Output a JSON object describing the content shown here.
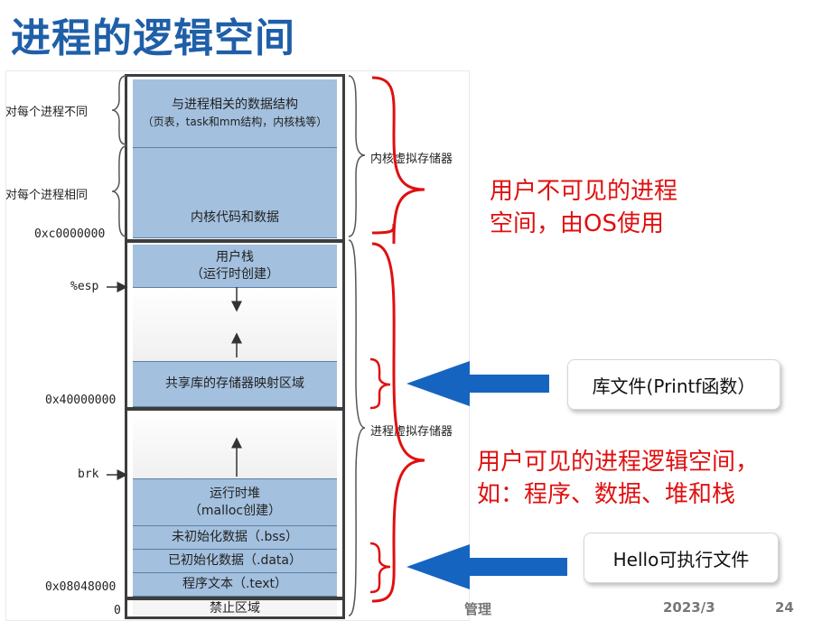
{
  "slide": {
    "title": "进程的逻辑空间",
    "footer_left": "管理",
    "footer_date": "2023/3",
    "page_number": "24"
  },
  "figure": {
    "segments": {
      "kernel_struct": "与进程相关的数据结构",
      "kernel_struct_sub": "（页表，task和mm结构，内核栈等）",
      "kernel_code": "内核代码和数据",
      "user_stack": "用户栈",
      "user_stack_sub": "（运行时创建）",
      "shared_lib": "共享库的存储器映射区域",
      "heap": "运行时堆",
      "heap_sub": "（malloc创建）",
      "bss": "未初始化数据（.bss）",
      "data": "已初始化数据（.data）",
      "text": "程序文本（.text）",
      "forbidden": "禁止区域"
    },
    "addresses": {
      "kernel_base": "0xc0000000",
      "esp": "%esp",
      "shared_base": "0x40000000",
      "brk": "brk",
      "text_base": "0x08048000",
      "zero": "0"
    },
    "left_labels": {
      "per_process_different": "对每个进程不同",
      "per_process_same": "对每个进程相同"
    },
    "right_labels": {
      "kernel_vm": "内核虚拟存储器",
      "process_vm": "进程虚拟存储器"
    }
  },
  "annotations": {
    "kernel_note_line1": "用户不可见的进程",
    "kernel_note_line2": "空间，由OS使用",
    "user_note_line1": "用户可见的进程逻辑空间，",
    "user_note_line2": "如：程序、数据、堆和栈",
    "lib_box": "库文件(Printf函数）",
    "exe_box": "Hello可执行文件"
  },
  "colors": {
    "title": "#1f5fa8",
    "segment_fill": "#a3c0de",
    "annotation_red": "#e01010",
    "arrow_blue": "#1565c0"
  }
}
